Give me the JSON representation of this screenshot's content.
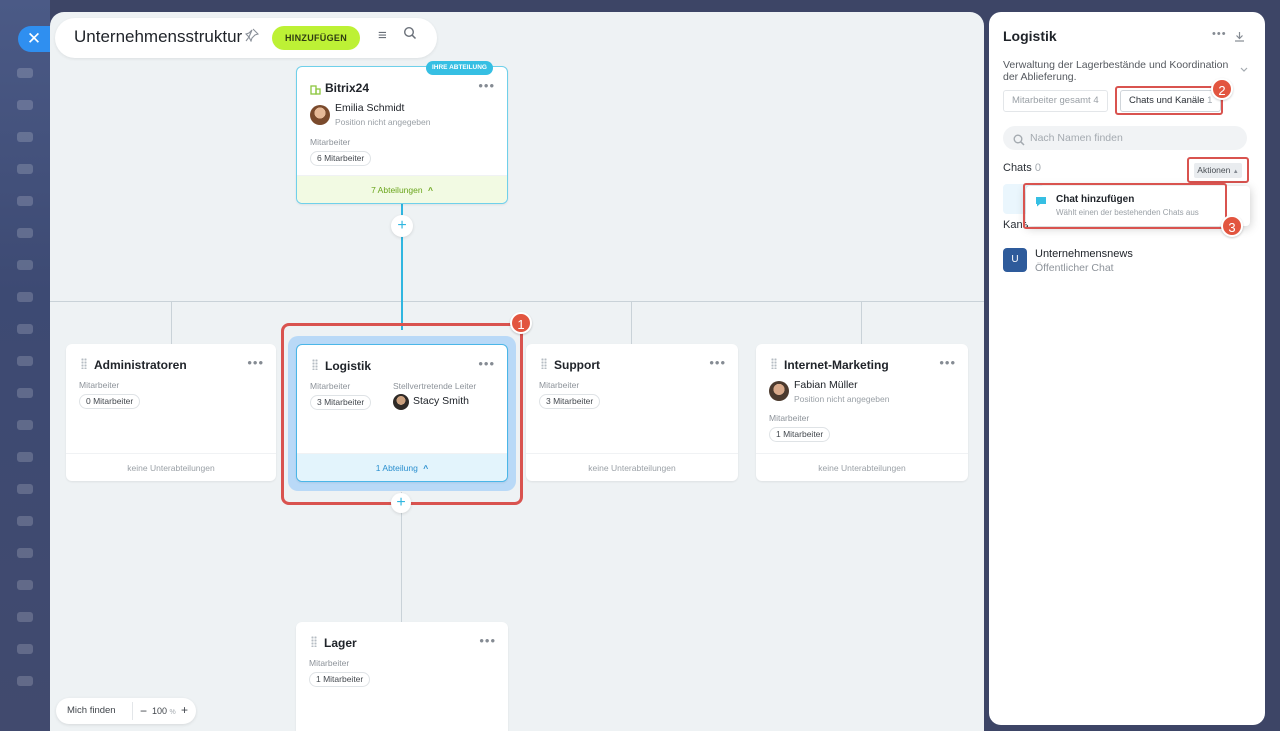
{
  "app": {
    "close_glyph": "✕",
    "title": "Unternehmensstruktur",
    "add_button": "HINZUFÜGEN",
    "menu_glyph": "≡",
    "pin_glyph": "📌"
  },
  "tree": {
    "root": {
      "badge": "IHRE ABTEILUNG",
      "name": "Bitrix24",
      "head_name": "Emilia Schmidt",
      "head_position": "Position nicht angegeben",
      "employees_label": "Mitarbeiter",
      "employees_chip": "6 Mitarbeiter",
      "footer": "7 Abteilungen"
    },
    "departments": [
      {
        "name": "Administratoren",
        "employees_label": "Mitarbeiter",
        "employees_chip": "0 Mitarbeiter",
        "footer": "keine Unterabteilungen"
      },
      {
        "name": "Logistik",
        "employees_label": "Mitarbeiter",
        "employees_chip": "3 Mitarbeiter",
        "deputy_label": "Stellvertretende Leiter",
        "deputy_name": "Stacy Smith",
        "footer": "1 Abteilung"
      },
      {
        "name": "Support",
        "employees_label": "Mitarbeiter",
        "employees_chip": "3 Mitarbeiter",
        "footer": "keine Unterabteilungen"
      },
      {
        "name": "Internet-Marketing",
        "head_name": "Fabian Müller",
        "head_position": "Position nicht angegeben",
        "employees_label": "Mitarbeiter",
        "employees_chip": "1 Mitarbeiter",
        "footer": "keine Unterabteilungen"
      }
    ],
    "child": {
      "name": "Lager",
      "employees_label": "Mitarbeiter",
      "employees_chip": "1 Mitarbeiter"
    },
    "dots": "•••",
    "plus": "+",
    "chevron_up": "^"
  },
  "zoom": {
    "find_me": "Mich finden",
    "minus": "−",
    "value": "100",
    "unit": "%",
    "plus": "+"
  },
  "annotations": [
    "1",
    "2",
    "3"
  ],
  "panel": {
    "title": "Logistik",
    "dots": "•••",
    "description": "Verwaltung der Lagerbestände und Koordination der Ablieferung.",
    "tabs": [
      {
        "label": "Mitarbeiter gesamt",
        "count": "4"
      },
      {
        "label": "Chats und Kanäle",
        "count": "1"
      }
    ],
    "search_placeholder": "Nach Namen finden",
    "chats_label": "Chats",
    "chats_count": "0",
    "actions_button": "Aktionen",
    "channels_label": "Kanä",
    "dropdown": {
      "title": "Chat hinzufügen",
      "description": "Wählt einen der bestehenden Chats aus"
    },
    "chat_item": {
      "avatar_letter": "U",
      "name": "Unternehmensnews",
      "type": "Öffentlicher Chat"
    }
  },
  "colors": {
    "accent_green": "#bdf135",
    "accent_blue": "#2fb6e0",
    "annotation_red": "#e2553f",
    "chat_avatar": "#2e5b9b"
  }
}
